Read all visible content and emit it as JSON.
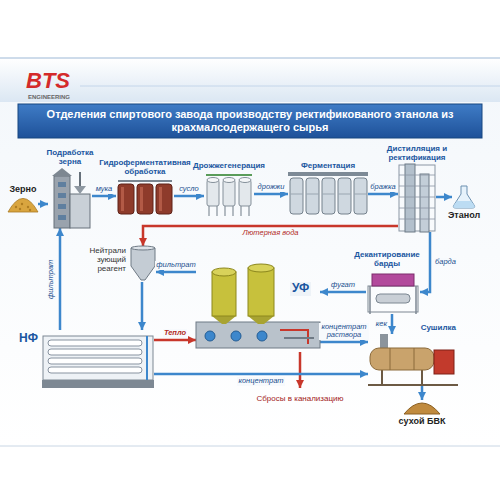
{
  "diagram": {
    "title": "Отделения спиртового завода производству ректификованого этанола из крахмалсодержащего сырья",
    "nodes": [
      {
        "text": [
          "Зерно"
        ]
      },
      {
        "text": [
          "Подработка зерна"
        ]
      },
      {
        "text": [
          "Гидроферментативная обработка"
        ]
      },
      {
        "text": [
          "Дрожжегенерация"
        ]
      },
      {
        "text": [
          "Ферментация"
        ]
      },
      {
        "text": [
          "Дистилляция и ректификация"
        ]
      },
      {
        "text": [
          "Этанол"
        ]
      },
      {
        "text": [
          "Декантирование барды"
        ]
      },
      {
        "text": [
          "Нейтрали зующий реагент"
        ]
      },
      {
        "text": [
          "УФ"
        ]
      },
      {
        "text": [
          "Сушилка"
        ]
      },
      {
        "text": [
          "НФ"
        ]
      },
      {
        "text": [
          "сухой БВК"
        ]
      }
    ],
    "edges": [
      {
        "from": 0,
        "to": 1,
        "arrow": "to"
      },
      {
        "from": 1,
        "to": 2,
        "label": "мука",
        "arrow": "to"
      },
      {
        "from": 2,
        "to": 3,
        "label": "сусло",
        "arrow": "to"
      },
      {
        "from": 3,
        "to": 4,
        "label": "дрожжи",
        "arrow": "to"
      },
      {
        "from": 4,
        "to": 5,
        "label": "бражка",
        "arrow": "to"
      },
      {
        "from": 5,
        "to": 6,
        "arrow": "to"
      },
      {
        "from": 5,
        "to": 7,
        "label": "барда",
        "arrow": "to"
      },
      {
        "from": 5,
        "to": 8,
        "label": "Лютерная вода",
        "arrow": "to"
      },
      {
        "from": 9,
        "to": 8,
        "label": "фильтрат",
        "arrow": "to"
      },
      {
        "from": 7,
        "to": 9,
        "label": "фугат",
        "arrow": "to"
      },
      {
        "from": 7,
        "to": 10,
        "label": "кек",
        "arrow": "to"
      },
      {
        "from": 8,
        "to": 11,
        "arrow": "to"
      },
      {
        "from": 11,
        "to": 1,
        "label": "фильтрат",
        "arrow": "to"
      },
      {
        "from": 11,
        "to": 9,
        "label": "Тепло",
        "arrow": "to"
      },
      {
        "from": 9,
        "to": 10,
        "label": "концентрат раствора",
        "arrow": "to"
      },
      {
        "from": 11,
        "to": 10,
        "label": "концентрат",
        "arrow": "to"
      },
      {
        "from": 10,
        "to": 12,
        "arrow": "to"
      }
    ],
    "labels": [
      "BTS",
      "ENGINEERING",
      "Сбросы в канализацию"
    ]
  }
}
